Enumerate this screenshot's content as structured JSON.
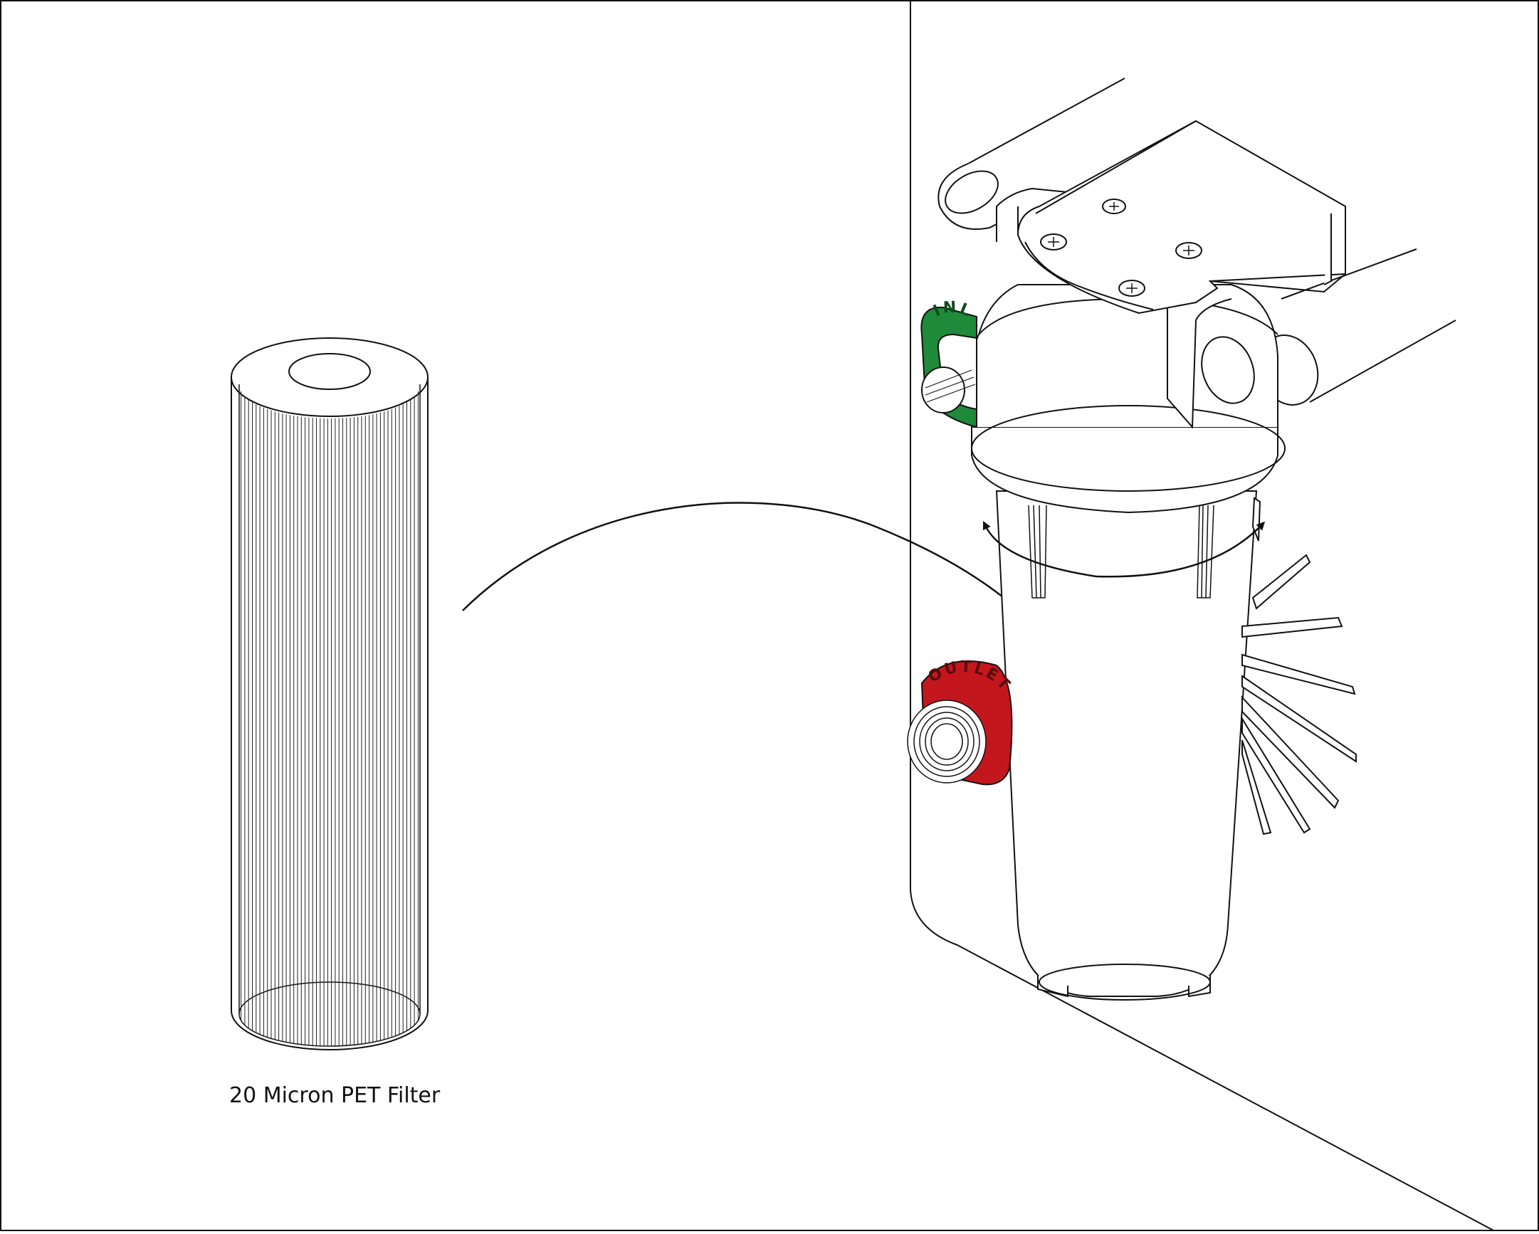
{
  "filter_caption": "20 Micron PET Filter",
  "inlet_label": "INL",
  "outlet_label": "OUTLET",
  "colors": {
    "stroke": "#111111",
    "inlet_ring": "#1f8a3a",
    "outlet_ring": "#c4171d",
    "background": "#ffffff"
  },
  "icons": [
    "filter-cartridge",
    "filter-housing",
    "curved-arrow",
    "rotation-arrow",
    "screw"
  ]
}
